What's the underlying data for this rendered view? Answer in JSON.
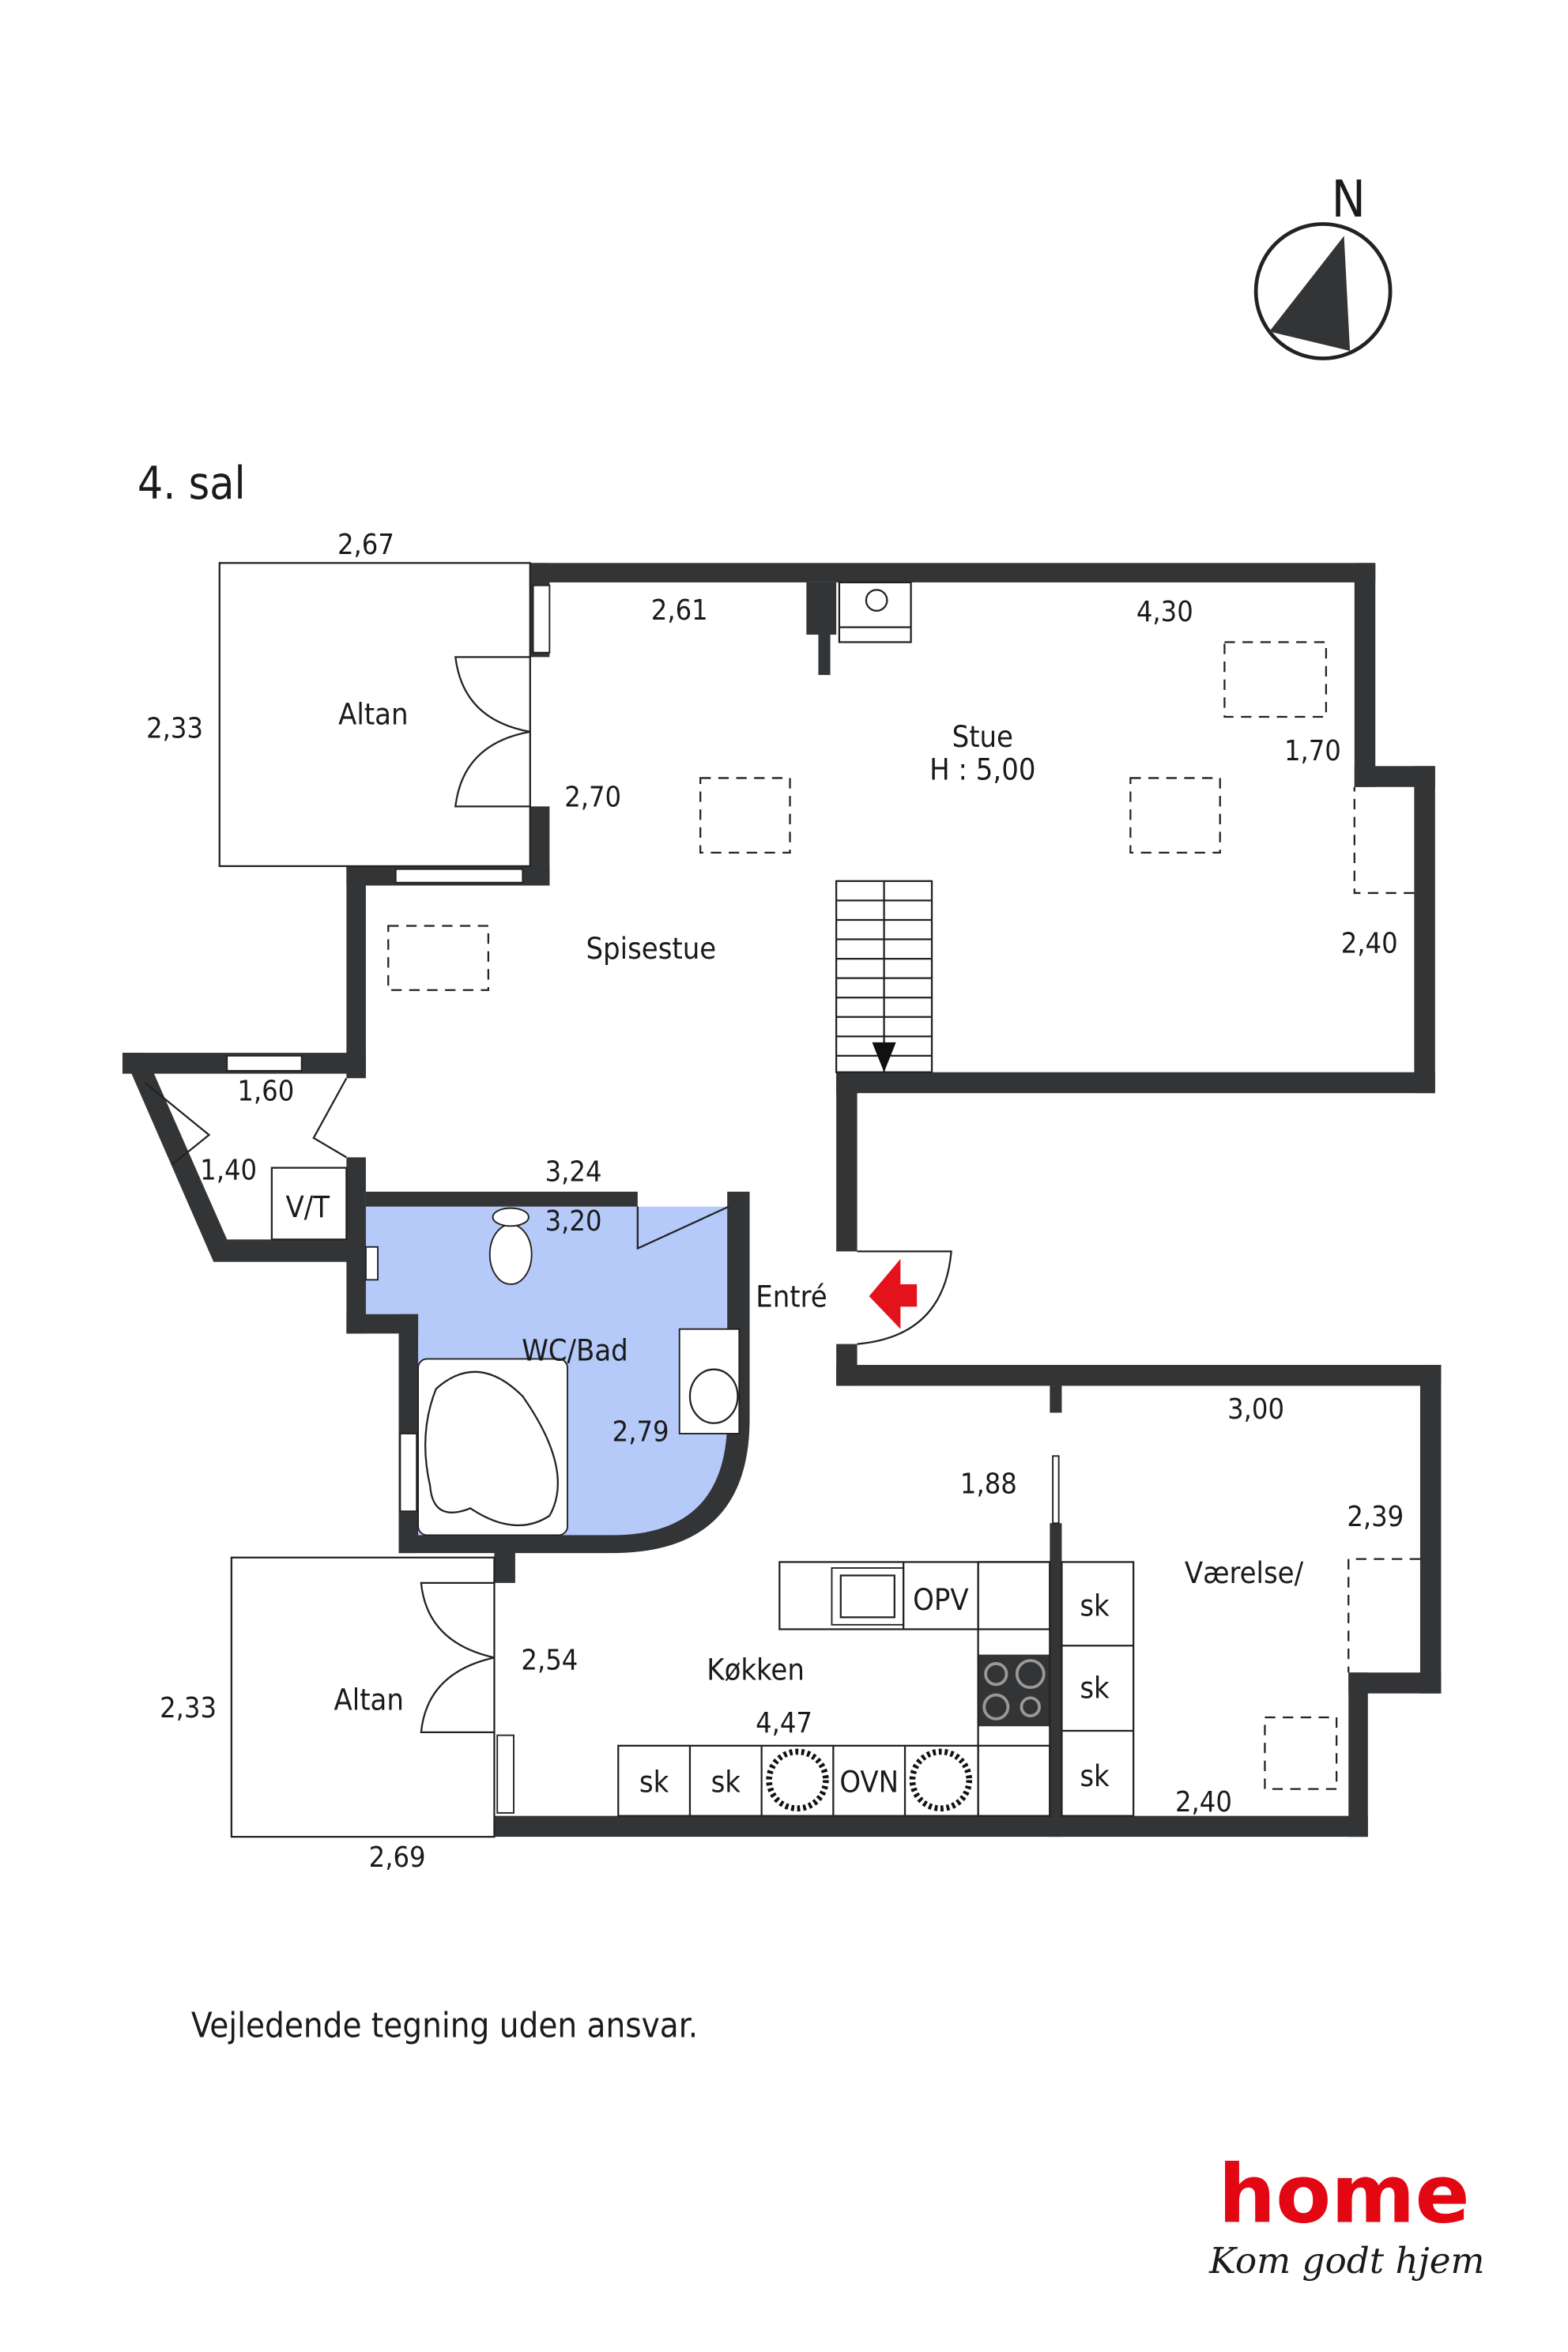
{
  "floor_title": "4. sal",
  "compass": {
    "label": "N"
  },
  "rooms": {
    "stue": "Stue",
    "stue_height": "H : 5,00",
    "spisestue": "Spisestue",
    "altan_upper": "Altan",
    "altan_lower": "Altan",
    "vt": "V/T",
    "wc_bad": "WC/Bad",
    "entre": "Entré",
    "kokken": "Køkken",
    "vaerelse": "Værelse/"
  },
  "dimensions": {
    "altan_upper_width": "2,67",
    "altan_upper_depth": "2,33",
    "stue_top_left": "2,61",
    "stue_top_right": "4,30",
    "stue_right_upper": "1,70",
    "stue_right_lower": "2,40",
    "spisestue_side": "2,70",
    "vt_width": "1,60",
    "vt_depth": "1,40",
    "wc_outer": "3,24",
    "wc_inner": "3,20",
    "wc_side": "2,79",
    "vaerelse_width": "3,00",
    "vaerelse_side": "2,39",
    "vaerelse_bottom": "2,40",
    "hall_width": "1,88",
    "kokken_side": "2,54",
    "kokken_width": "4,47",
    "altan_lower_depth": "2,33",
    "altan_lower_width": "2,69"
  },
  "fixtures": {
    "opv": "OPV",
    "ovn": "OVN",
    "sk": "sk"
  },
  "disclaimer": "Vejledende tegning uden ansvar.",
  "logo": {
    "brand": "home",
    "tagline": "Kom godt hjem",
    "color": "#e30613"
  },
  "colors": {
    "wall": "#333436",
    "bathroom": "#b5caf9",
    "entry_arrow": "#e3121b"
  }
}
